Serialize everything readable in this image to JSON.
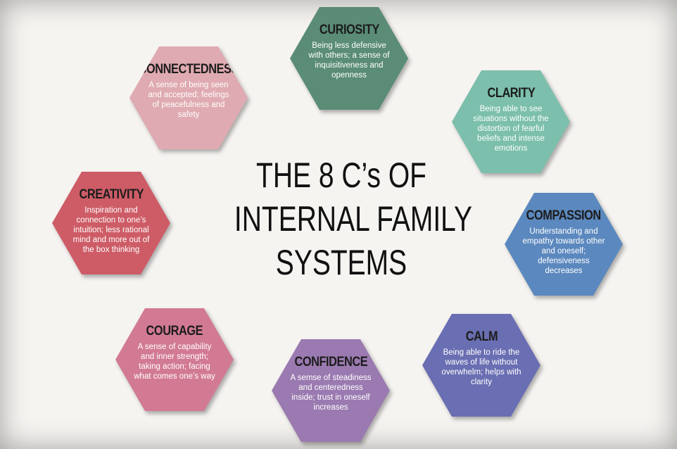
{
  "title": {
    "line1": "THE 8 C’s OF",
    "line2": "INTERNAL FAMILY",
    "line3": "SYSTEMS"
  },
  "colors": {
    "curiosity": "#5a8c76",
    "connectedness": "#dfaab1",
    "clarity": "#7cbfac",
    "creativity": "#cd5c66",
    "compassion": "#5b88be",
    "courage": "#d27a93",
    "calm": "#6a6eb2",
    "confidence": "#9a7ab0"
  },
  "items": {
    "curiosity": {
      "name": "CURIOSITY",
      "text": "Being less defensive with others; a sense of inquisitiveness and openness"
    },
    "connectedness": {
      "name": "CONNECTEDNESS",
      "text": "A sense of being seen and accepted; feelings of peacefulness and safety"
    },
    "clarity": {
      "name": "CLARITY",
      "text": "Being able to see situations without the distortion of fearful beliefs and intense emotions"
    },
    "creativity": {
      "name": "CREATIVITY",
      "text": "Inspiration and connection to one’s intuition; less rational mind and more out of the box thinking"
    },
    "compassion": {
      "name": "COMPASSION",
      "text": "Understanding and empathy towards other and oneself; defensiveness decreases"
    },
    "courage": {
      "name": "COURAGE",
      "text": "A sense of capability and inner strength; taking action; facing what comes one’s way"
    },
    "calm": {
      "name": "CALM",
      "text": "Being able to ride the waves of life without overwhelm; helps with clarity"
    },
    "confidence": {
      "name": "CONFIDENCE",
      "text": "A semse of steadiness and centeredness inside; trust in oneself increases"
    }
  }
}
